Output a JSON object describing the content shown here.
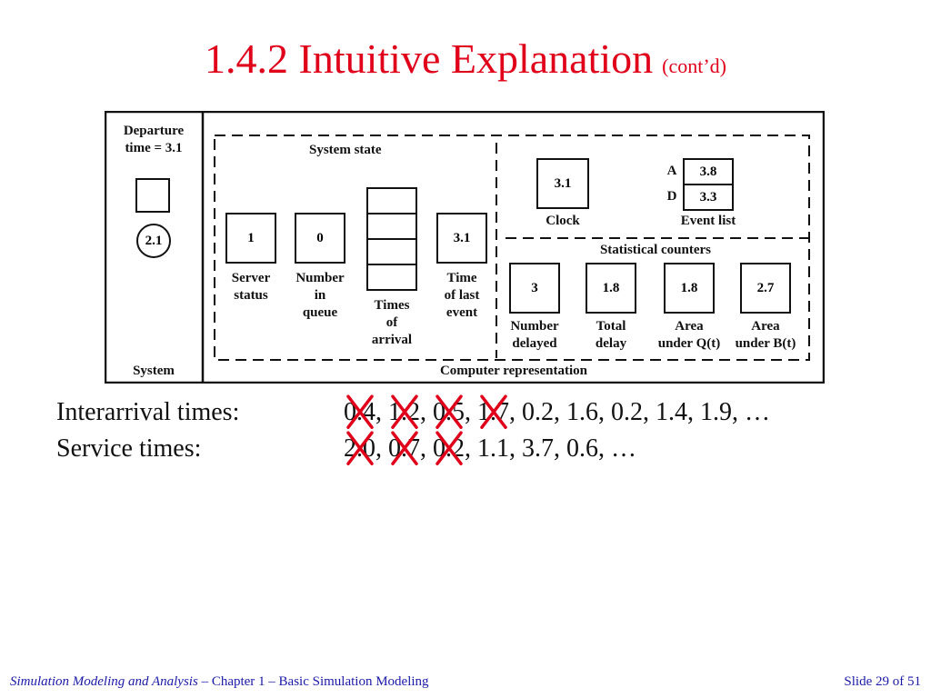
{
  "slide": {
    "title": "1.4.2  Intuitive Explanation",
    "title_sub": "(cont’d)",
    "footer_left_italic": "Simulation Modeling and Analysis",
    "footer_left_rest": " – Chapter 1 –  Basic Simulation Modeling",
    "footer_right": "Slide 29 of 51"
  },
  "diagram": {
    "system": {
      "departure_line1": "Departure",
      "departure_line2": "time = 3.1",
      "circle_value": "2.1",
      "label": "System"
    },
    "system_state": {
      "label": "System state",
      "server_status": {
        "value": "1",
        "label1": "Server",
        "label2": "status"
      },
      "number_in_queue": {
        "value": "0",
        "label1": "Number",
        "label2": "in",
        "label3": "queue"
      },
      "times_of_arrival": {
        "label1": "Times",
        "label2": "of",
        "label3": "arrival"
      },
      "time_of_last_event": {
        "value": "3.1",
        "label1": "Time",
        "label2": "of last",
        "label3": "event"
      }
    },
    "clock": {
      "value": "3.1",
      "label": "Clock"
    },
    "event_list": {
      "label": "Event list",
      "a_label": "A",
      "a_value": "3.8",
      "d_label": "D",
      "d_value": "3.3"
    },
    "statistical_counters": {
      "label": "Statistical counters",
      "number_delayed": {
        "value": "3",
        "label1": "Number",
        "label2": "delayed"
      },
      "total_delay": {
        "value": "1.8",
        "label1": "Total",
        "label2": "delay"
      },
      "area_q": {
        "value": "1.8",
        "label1": "Area",
        "label2": "under Q(t)"
      },
      "area_b": {
        "value": "2.7",
        "label1": "Area",
        "label2": "under B(t)"
      }
    },
    "computer_representation_label": "Computer representation"
  },
  "interarrival": {
    "label": "Interarrival times:",
    "values": [
      "0.4",
      "1.2",
      "0.5",
      "1.7",
      "0.2",
      "1.6",
      "0.2",
      "1.4",
      "1.9"
    ],
    "crossed": [
      true,
      true,
      true,
      true,
      false,
      false,
      false,
      false,
      false
    ],
    "ellipsis": "…"
  },
  "service": {
    "label": "Service times:",
    "values": [
      "2.0",
      "0.7",
      "0.2",
      "1.1",
      "3.7",
      "0.6"
    ],
    "crossed": [
      true,
      true,
      true,
      false,
      false,
      false
    ],
    "ellipsis": "…"
  },
  "colors": {
    "title": "#e0001a",
    "cross": "#e0001a",
    "footer": "#1a1aa8"
  }
}
